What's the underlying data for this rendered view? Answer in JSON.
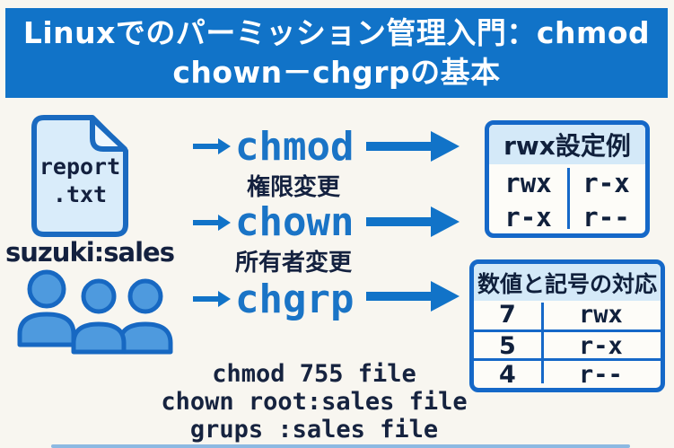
{
  "colors": {
    "accent_blue": "#1173c8",
    "border_blue": "#1568c8",
    "light_blue_fill": "#d4e9f8",
    "icon_fill_blue": "#4e9ade",
    "dark_navy_text": "#14213f",
    "background_cream": "#f8f6f0"
  },
  "title": {
    "line1": "Linuxでのパーミッション管理入門：chmod",
    "line2": "chown－chgrpの基本"
  },
  "file": {
    "name_line1": "report",
    "name_line2": ".txt",
    "owner": "suzuki:sales"
  },
  "icons": {
    "file": "document-icon",
    "group": "users-group-icon",
    "small_arrow": "right-arrow-icon",
    "big_arrow": "right-arrow-icon"
  },
  "commands": [
    {
      "name": "chmod",
      "label": "権限変更"
    },
    {
      "name": "chown",
      "label": "所有者変更"
    },
    {
      "name": "chgrp",
      "label": ""
    }
  ],
  "tables": [
    {
      "title": "rwx設定例",
      "rows": [
        [
          "rwx",
          "r-x"
        ],
        [
          "r-x",
          "r--"
        ]
      ]
    },
    {
      "title": "数値と記号の対応",
      "rows": [
        [
          "7",
          "rwx"
        ],
        [
          "5",
          "r-x"
        ],
        [
          "4",
          "r--"
        ]
      ]
    }
  ],
  "examples": [
    "chmod 755 file",
    "chown root:sales file",
    "grups :sales file"
  ]
}
